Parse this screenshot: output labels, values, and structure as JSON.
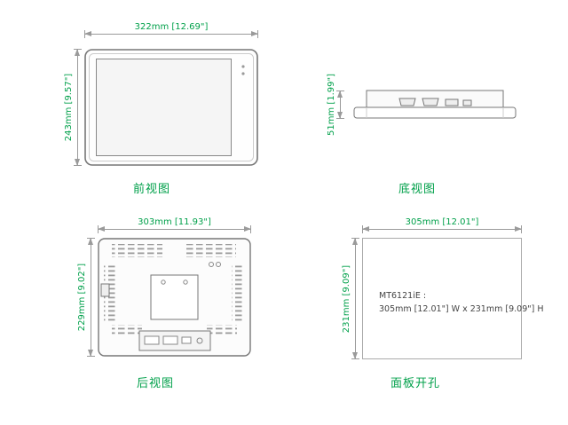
{
  "colors": {
    "dimension_text": "#00a04a",
    "title_text": "#00a04a",
    "line": "#9a9a9a"
  },
  "views": {
    "front": {
      "title": "前视图",
      "width_dim": "322mm [12.69\"]",
      "height_dim": "243mm [9.57\"]"
    },
    "bottom": {
      "title": "底视图",
      "height_dim": "51mm [1.99\"]"
    },
    "rear": {
      "title": "后视图",
      "width_dim": "303mm [11.93\"]",
      "height_dim": "229mm [9.02\"]"
    },
    "cutout": {
      "title": "面板开孔",
      "width_dim": "305mm [12.01\"]",
      "height_dim": "231mm [9.09\"]",
      "note_line1": "MT6121iE :",
      "note_line2": "305mm [12.01\"] W x 231mm [9.09\"] H"
    }
  }
}
